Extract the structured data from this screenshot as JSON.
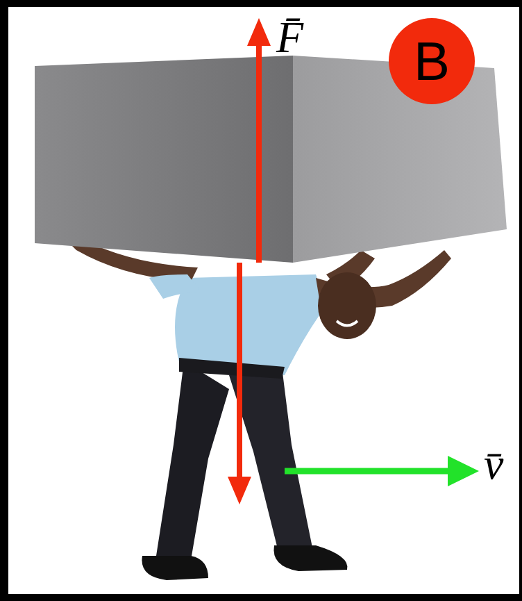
{
  "diagram": {
    "nodes": [
      {
        "text": [
          "B"
        ]
      }
    ],
    "labels": [
      "F̄",
      "v̄"
    ]
  }
}
